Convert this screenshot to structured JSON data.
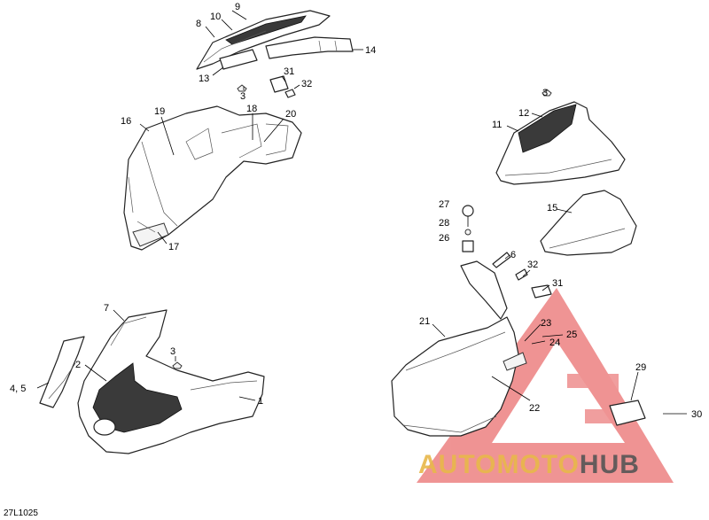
{
  "diagram": {
    "reference_code": "27L1025",
    "callouts": {
      "c1": "1",
      "c2": "2",
      "c3a": "3",
      "c3b": "3",
      "c3c": "3",
      "c45": "4, 5",
      "c6": "6",
      "c7": "7",
      "c8": "8",
      "c9": "9",
      "c10": "10",
      "c11": "11",
      "c12": "12",
      "c13": "13",
      "c14": "14",
      "c15": "15",
      "c16": "16",
      "c17": "17",
      "c18": "18",
      "c19": "19",
      "c20": "20",
      "c21": "21",
      "c22": "22",
      "c23": "23",
      "c24": "24",
      "c25": "25",
      "c26": "26",
      "c27": "27",
      "c28": "28",
      "c29": "29",
      "c30": "30",
      "c31a": "31",
      "c31b": "31",
      "c32a": "32",
      "c32b": "32"
    }
  },
  "watermark": {
    "text_part1": "AUTO",
    "text_part2": "MOTO",
    "text_part3": "HUB",
    "color_gold": "#e8b84a",
    "color_red": "#e23c3c",
    "color_gray": "#555555"
  }
}
